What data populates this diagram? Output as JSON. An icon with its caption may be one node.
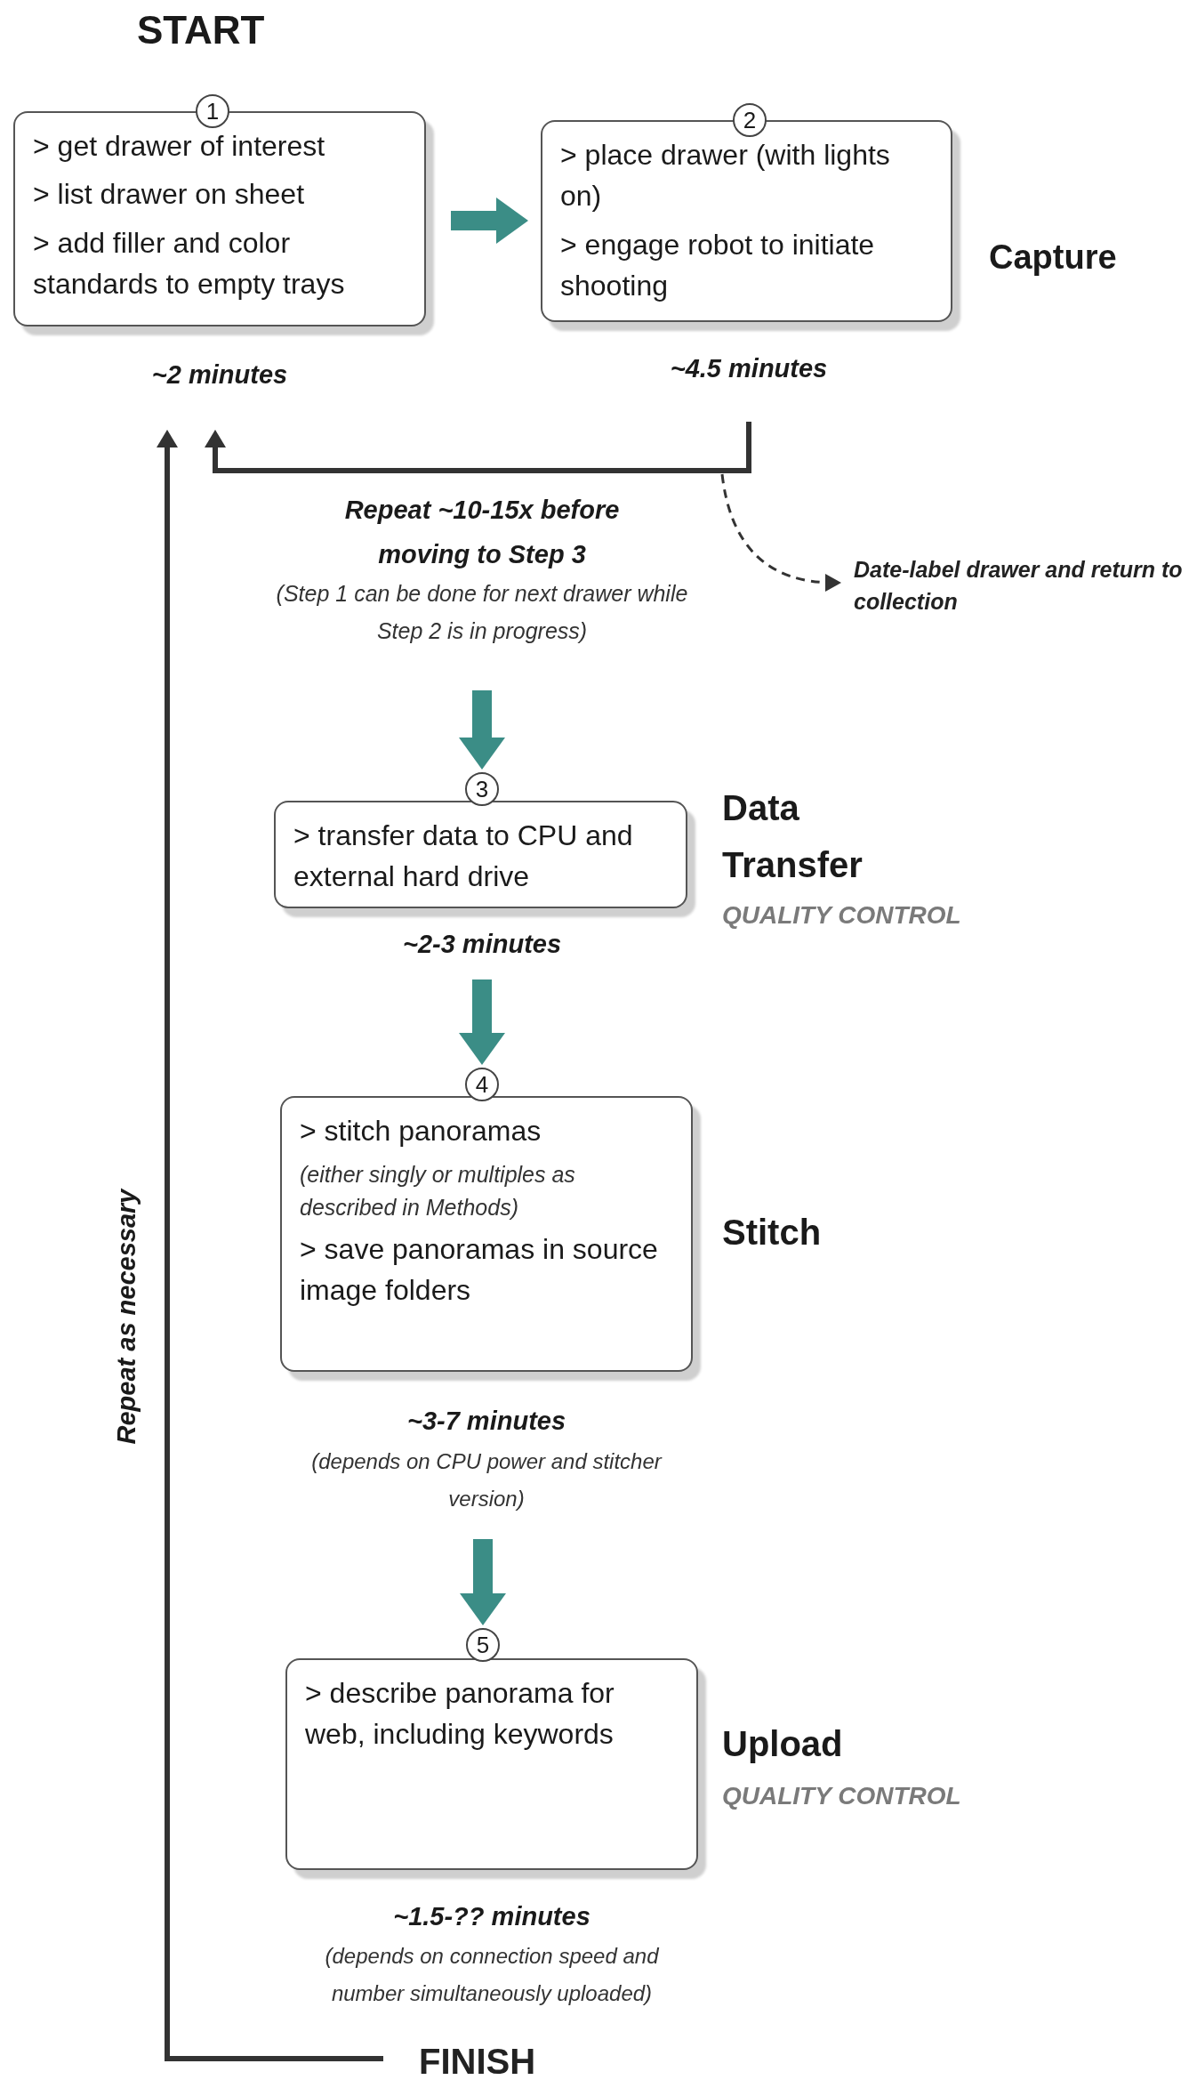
{
  "diagram": {
    "nodes": [
      {
        "text": [
          "1"
        ]
      },
      {
        "text": [
          "> get drawer of interest",
          "> list drawer on sheet",
          "> add filler and color standards to empty trays"
        ],
        "beside": [
          "~2 minutes"
        ]
      },
      {
        "text": [
          "2"
        ]
      },
      {
        "text": [
          "> place drawer (with lights on)",
          "> engage robot to initiate shooting"
        ],
        "beside": [
          "~4.5 minutes"
        ]
      },
      {
        "text": [
          "Date-label drawer and return to collection"
        ]
      },
      {
        "text": [
          "3"
        ]
      },
      {
        "text": [
          "> transfer data to CPU and external hard drive"
        ],
        "beside": [
          "~2-3 minutes"
        ]
      },
      {
        "text": [
          "4"
        ]
      },
      {
        "text": [
          "> stitch panoramas",
          "(either singly or multiples as described in Methods)",
          "> save panoramas in source image folders"
        ],
        "beside": [
          "~3-7 minutes",
          "(depends on CPU power and stitcher version)"
        ]
      },
      {
        "text": [
          "5"
        ]
      },
      {
        "text": [
          "> describe panorama for web, including keywords"
        ],
        "beside": [
          "~1.5-?? minutes",
          "(depends on connection speed and number simultaneously uploaded)"
        ]
      },
      {
        "text": [
          "FINISH"
        ]
      }
    ],
    "edges": [
      {
        "from": 1,
        "to": 3,
        "arrow": "to"
      },
      {
        "from": 3,
        "to": 1,
        "arrow": "to",
        "label": "Repeat ~10-15x before moving to Step 3",
        "color": "#333333"
      },
      {
        "from": 3,
        "to": 4,
        "arrow": "to",
        "style": "dashed",
        "color": "#333333"
      },
      {
        "from": null,
        "to": 5,
        "arrow": "to"
      },
      {
        "from": null,
        "to": 7,
        "arrow": "to"
      },
      {
        "from": null,
        "to": 9,
        "arrow": "to"
      },
      {
        "from": 11,
        "to": 1,
        "arrow": "to",
        "label": "Repeat as necessary",
        "color": "#333333"
      }
    ],
    "labels": [
      "START",
      "Capture",
      "(Step 1 can be done for next drawer while Step 2 is in progress)",
      "Data Transfer",
      "QUALITY CONTROL",
      "Stitch",
      "Upload",
      "QUALITY CONTROL"
    ]
  }
}
